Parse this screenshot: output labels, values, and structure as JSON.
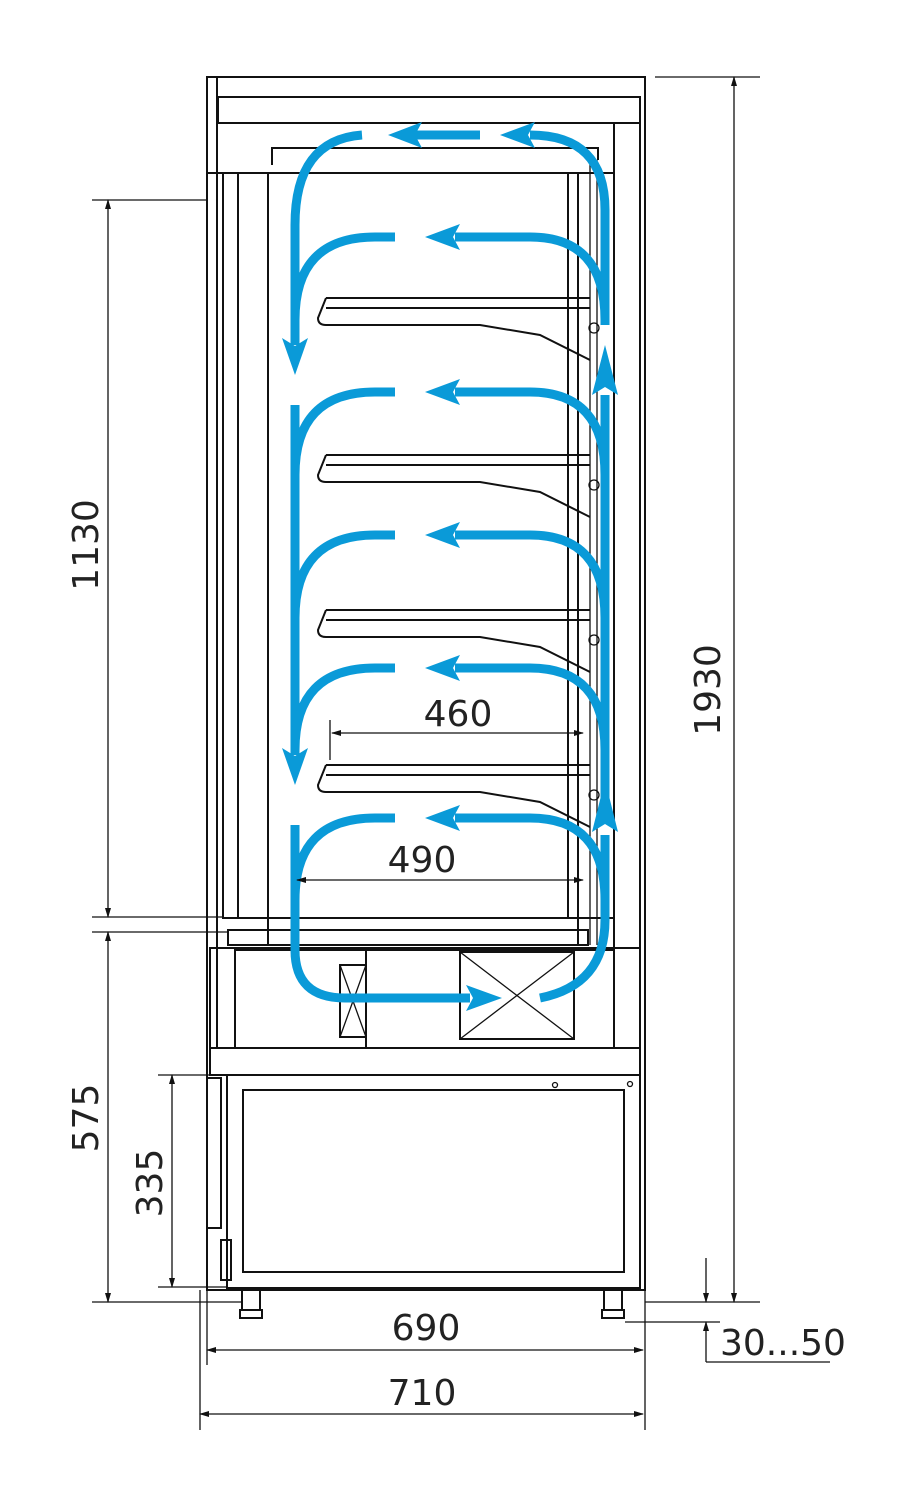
{
  "drawing": {
    "title": "Refrigerated display cabinet side section with airflow",
    "colors": {
      "airflow": "#0a9ad8",
      "lines": "#111111"
    },
    "dimensions": {
      "total_height": "1930",
      "display_height": "1130",
      "base_height": "575",
      "lower_panel_height": "335",
      "shelf_depth": "460",
      "bottom_depth": "490",
      "body_width": "690",
      "overall_width": "710",
      "feet_adjust": "30...50"
    }
  }
}
